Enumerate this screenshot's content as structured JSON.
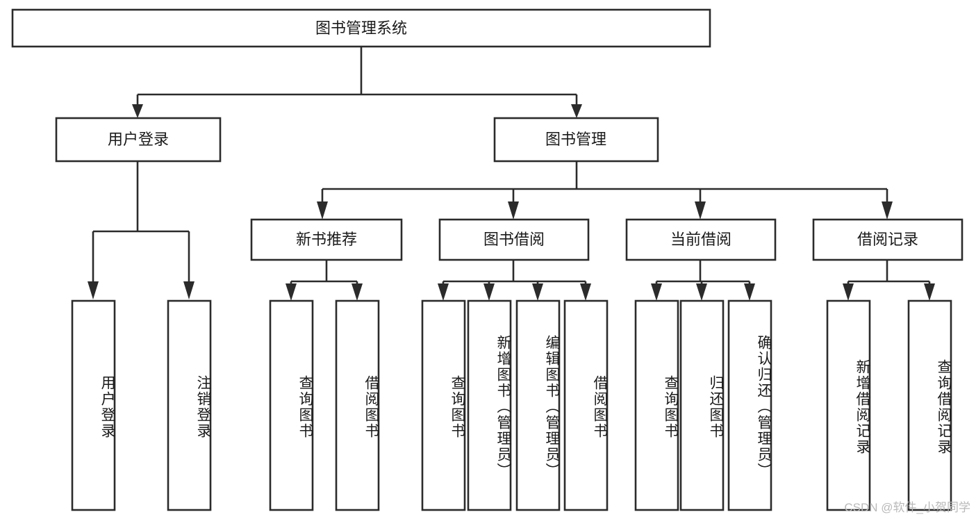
{
  "diagram": {
    "type": "tree-hierarchy",
    "title": "图书管理系统",
    "orientation": "top-down",
    "watermark": "CSDN @软件_小贺同学",
    "colors": {
      "box_fill": "#ffffff",
      "box_stroke": "#2b2b2b",
      "text": "#1a1a1a",
      "watermark": "#b9b9b9",
      "background": "#ffffff"
    },
    "root": {
      "label": "图书管理系统"
    },
    "level2": [
      {
        "label": "用户登录"
      },
      {
        "label": "图书管理"
      }
    ],
    "level3": [
      {
        "label": "新书推荐"
      },
      {
        "label": "图书借阅"
      },
      {
        "label": "当前借阅"
      },
      {
        "label": "借阅记录"
      }
    ],
    "leaves": {
      "user_login": [
        {
          "label": "用户登录"
        },
        {
          "label": "注销登录"
        }
      ],
      "new_book_recommend": [
        {
          "label": "查询图书"
        },
        {
          "label": "借阅图书"
        }
      ],
      "book_borrow": [
        {
          "label": "查询图书"
        },
        {
          "label": "新增图书（管理员）"
        },
        {
          "label": "编辑图书（管理员）"
        },
        {
          "label": "借阅图书"
        }
      ],
      "current_borrow": [
        {
          "label": "查询图书"
        },
        {
          "label": "归还图书"
        },
        {
          "label": "确认归还（管理员）"
        }
      ],
      "borrow_record": [
        {
          "label": "新增借阅记录"
        },
        {
          "label": "查询借阅记录"
        }
      ]
    }
  }
}
